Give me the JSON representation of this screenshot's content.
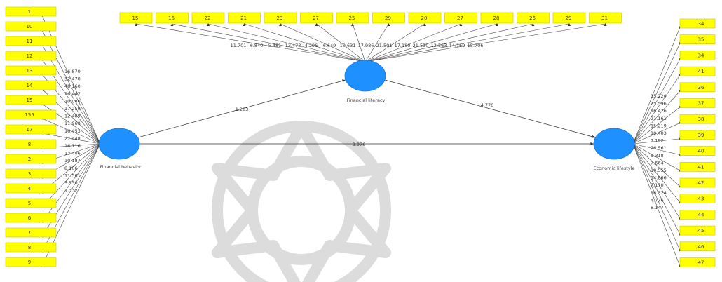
{
  "latent": {
    "left": {
      "name": "Financial behavior"
    },
    "top": {
      "name": "Financial literacy"
    },
    "right": {
      "name": "Economic lifestyle"
    }
  },
  "paths": [
    {
      "from": "left",
      "to": "top",
      "value": "1.283"
    },
    {
      "from": "top",
      "to": "right",
      "value": "4.770"
    },
    {
      "from": "left",
      "to": "right",
      "value": "3.976"
    }
  ],
  "top_indicators": [
    {
      "label": "15",
      "weight": "11.701"
    },
    {
      "label": "16",
      "weight": "6.840"
    },
    {
      "label": "22",
      "weight": "5.481"
    },
    {
      "label": "21",
      "weight": "13.473"
    },
    {
      "label": "23",
      "weight": "4.296"
    },
    {
      "label": "27",
      "weight": "6.649"
    },
    {
      "label": "25",
      "weight": "10.631"
    },
    {
      "label": "29",
      "weight": "17.986"
    },
    {
      "label": "20",
      "weight": "21.501"
    },
    {
      "label": "27",
      "weight": "17.180"
    },
    {
      "label": "28",
      "weight": "21.530"
    },
    {
      "label": "26",
      "weight": "12.563"
    },
    {
      "label": "29",
      "weight": "14.169"
    },
    {
      "label": "31",
      "weight": "15.706"
    }
  ],
  "left_indicators": [
    {
      "label": "1",
      "weight": "16.870"
    },
    {
      "label": "10",
      "weight": "32.470"
    },
    {
      "label": "11",
      "weight": "48.160"
    },
    {
      "label": "12",
      "weight": "26.447"
    },
    {
      "label": "13",
      "weight": "10.086"
    },
    {
      "label": "14",
      "weight": "17.259"
    },
    {
      "label": "15",
      "weight": "12.489"
    },
    {
      "label": "155",
      "weight": "11.960"
    },
    {
      "label": "17",
      "weight": "16.453"
    },
    {
      "label": "8",
      "weight": "27.448"
    },
    {
      "label": "2",
      "weight": "16.116"
    },
    {
      "label": "3",
      "weight": "13.406"
    },
    {
      "label": "4",
      "weight": "10.187"
    },
    {
      "label": "5",
      "weight": "8.106"
    },
    {
      "label": "6",
      "weight": "11.561"
    },
    {
      "label": "7",
      "weight": "5.530"
    },
    {
      "label": "8",
      "weight": "1.332"
    },
    {
      "label": "9",
      "weight": ""
    }
  ],
  "right_indicators": [
    {
      "label": "34",
      "weight": "15.220"
    },
    {
      "label": "35",
      "weight": "25.596"
    },
    {
      "label": "34",
      "weight": "16.426"
    },
    {
      "label": "41",
      "weight": "21.161"
    },
    {
      "label": "36",
      "weight": "15.219"
    },
    {
      "label": "37",
      "weight": "10.403"
    },
    {
      "label": "38",
      "weight": "7.192"
    },
    {
      "label": "39",
      "weight": "26.561"
    },
    {
      "label": "40",
      "weight": "5.318"
    },
    {
      "label": "41",
      "weight": "7.664"
    },
    {
      "label": "42",
      "weight": "10.555"
    },
    {
      "label": "43",
      "weight": "14.866"
    },
    {
      "label": "44",
      "weight": "7.170"
    },
    {
      "label": "45",
      "weight": "16.324"
    },
    {
      "label": "46",
      "weight": "4.776"
    },
    {
      "label": "47",
      "weight": "8.147"
    }
  ]
}
